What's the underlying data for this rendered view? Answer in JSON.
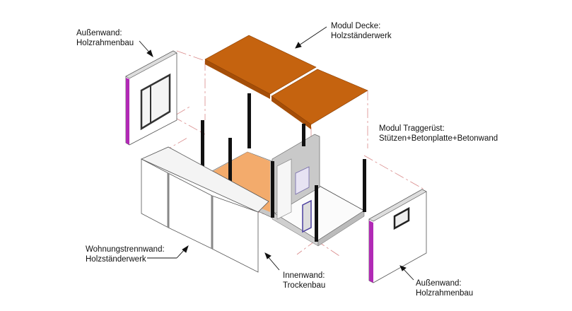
{
  "labels": {
    "outer_wall_left": {
      "title": "Außenwand:",
      "subtitle": "Holzrahmenbau"
    },
    "ceiling_module": {
      "title": "Modul Decke:",
      "subtitle": "Holzständerwerk"
    },
    "support_frame": {
      "title": "Modul Traggerüst:",
      "subtitle": "Stützen+Betonplatte+Betonwand"
    },
    "party_wall": {
      "title": "Wohnungstrennwand:",
      "subtitle": "Holzständerwerk"
    },
    "inner_wall": {
      "title": "Innenwand:",
      "subtitle": "Trockenbau"
    },
    "outer_wall_right": {
      "title": "Außenwand:",
      "subtitle": "Holzrahmenbau"
    }
  },
  "colors": {
    "ceiling": "#c5630f",
    "floor": "#f3ab6c",
    "posts": "#111111",
    "wall_edge_accent": "#b12ab5",
    "guide_lines": "#d98a8a"
  }
}
